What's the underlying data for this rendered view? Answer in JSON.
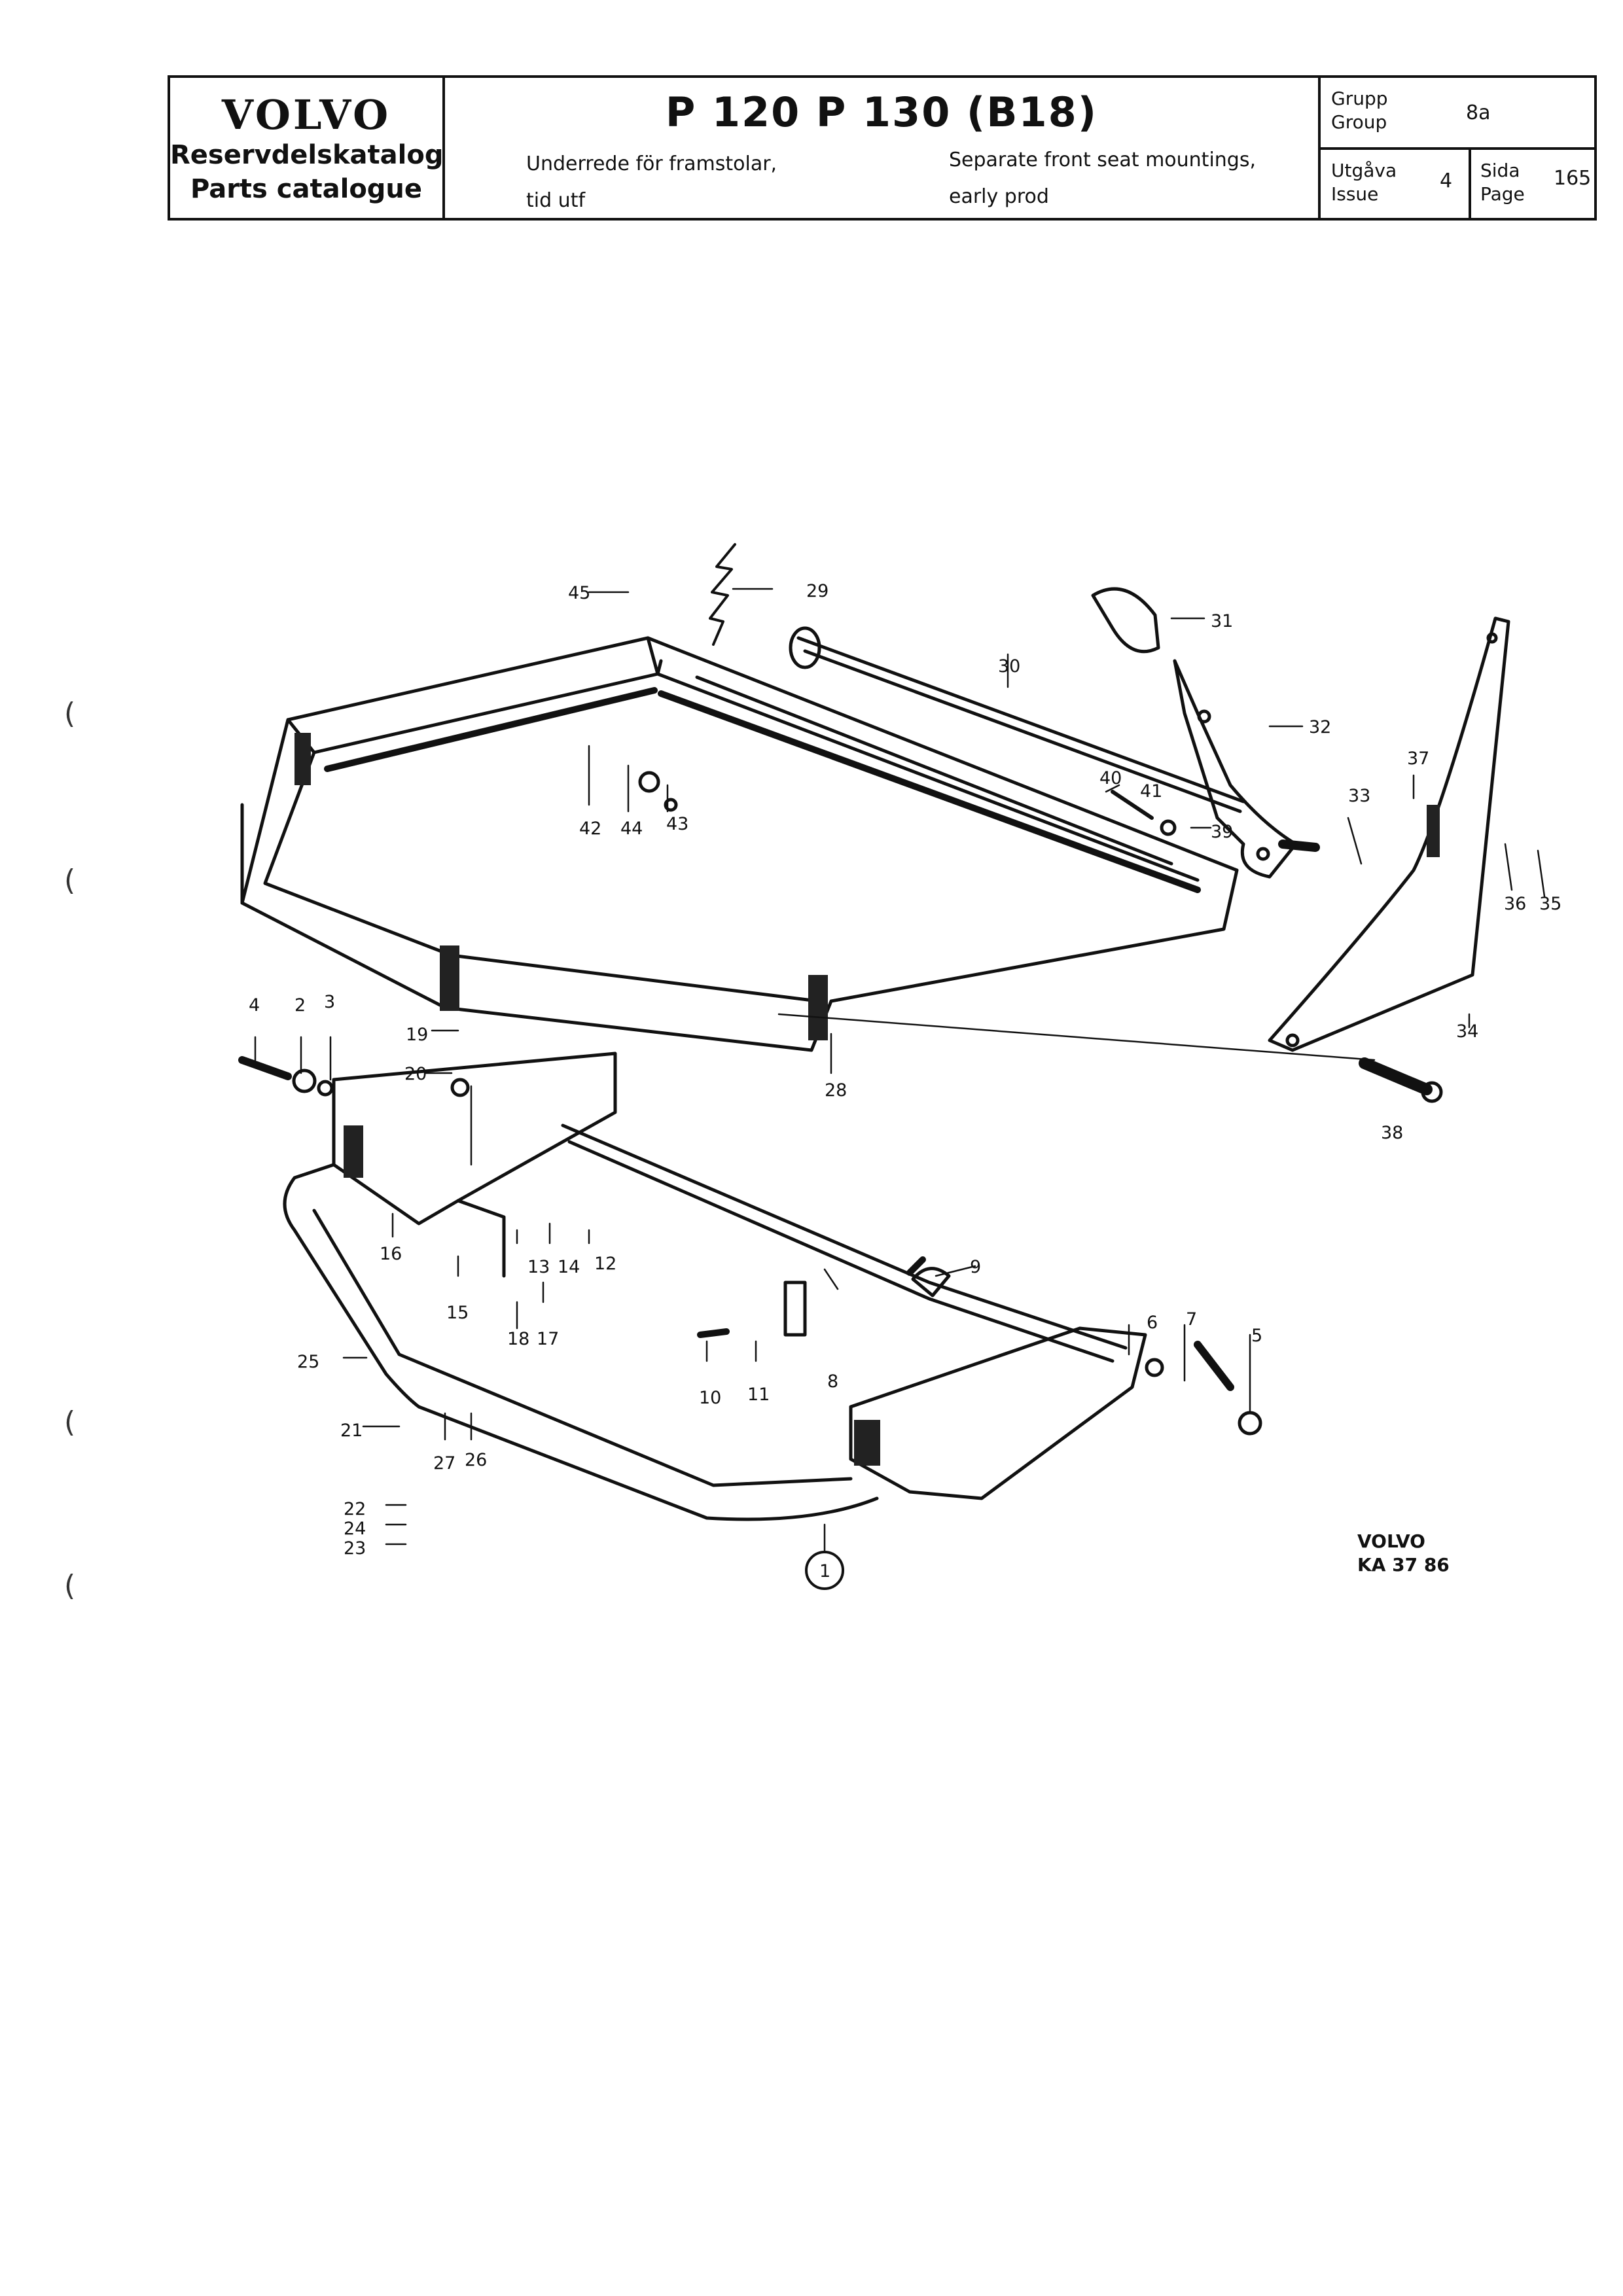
{
  "header": {
    "brand": {
      "logo": "VOLVO",
      "line1": "Reservdelskatalog",
      "line2": "Parts catalogue"
    },
    "models": "P 120  P 130 (B18)",
    "description_sv": {
      "line1": "Underrede för framstolar,",
      "line2": "tid utf"
    },
    "description_en": {
      "line1": "Separate front seat mountings,",
      "line2": "early prod"
    },
    "group": {
      "label_sv": "Grupp",
      "label_en": "Group",
      "value": "8a"
    },
    "issue": {
      "label_sv": "Utgåva",
      "label_en": "Issue",
      "value": "4"
    },
    "page": {
      "label_sv": "Sida",
      "label_en": "Page",
      "value": "165"
    }
  },
  "diagram": {
    "callouts": [
      "1",
      "2",
      "3",
      "4",
      "5",
      "6",
      "7",
      "8",
      "9",
      "10",
      "11",
      "12",
      "13",
      "14",
      "15",
      "16",
      "17",
      "18",
      "19",
      "20",
      "21",
      "22",
      "23",
      "24",
      "25",
      "26",
      "27",
      "28",
      "29",
      "30",
      "31",
      "32",
      "33",
      "34",
      "35",
      "36",
      "37",
      "38",
      "39",
      "40",
      "41",
      "42",
      "43",
      "44",
      "45"
    ],
    "stamp": {
      "line1": "VOLVO",
      "line2": "KA 37 86"
    }
  },
  "margin_marks": [
    "(",
    "(",
    "(",
    "("
  ]
}
